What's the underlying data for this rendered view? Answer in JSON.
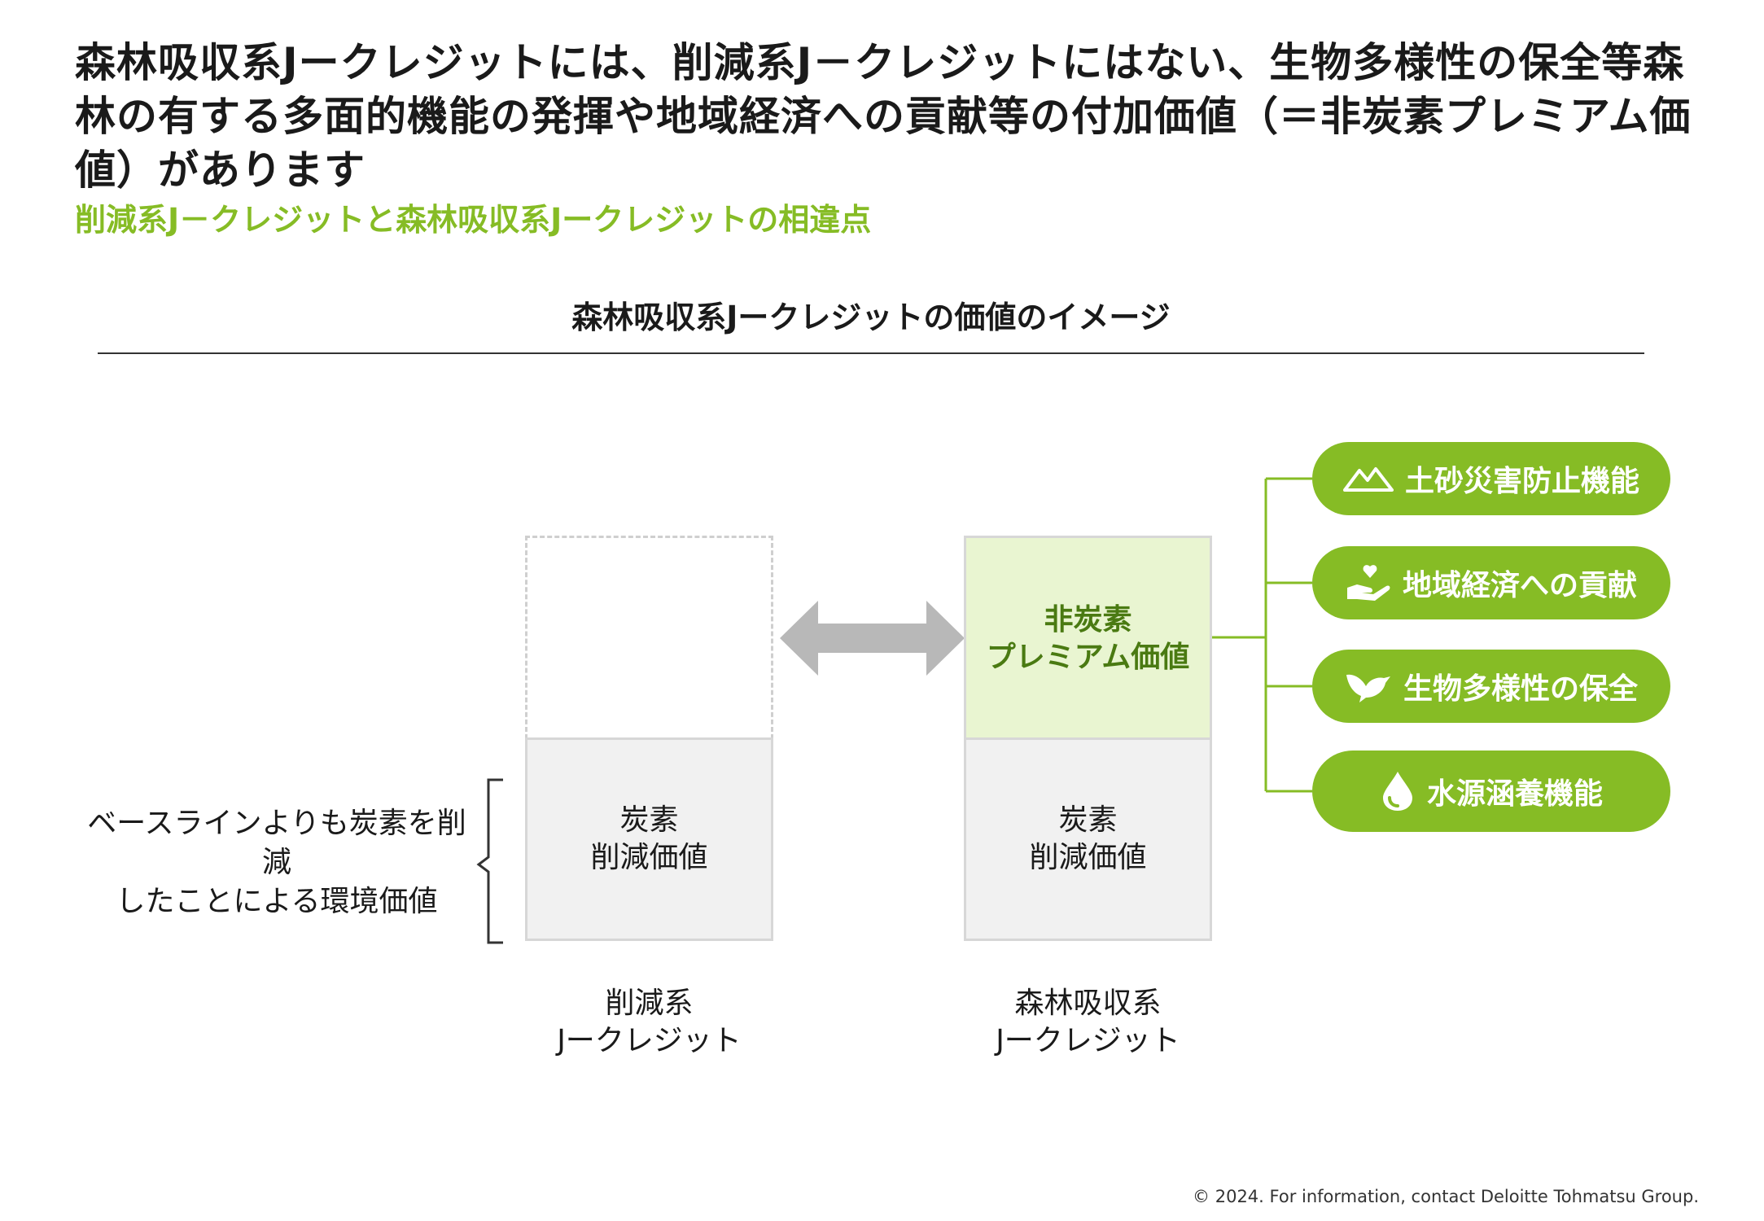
{
  "title": "森林吸収系Jークレジットには、削減系J－クレジットにはない、生物多様性の保全等森林の有する多面的機能の発揮や地域経済への貢献等の付加価値（＝非炭素プレミアム価値）があります",
  "subtitle": "削減系J－クレジットと森林吸収系Jークレジットの相違点",
  "diagram": {
    "heading": "森林吸収系Jークレジットの価値のイメージ",
    "baseline_label_line1": "ベースラインよりも炭素を削減",
    "baseline_label_line2": "したことによる環境価値",
    "left_box": {
      "line1": "炭素",
      "line2": "削減価値"
    },
    "right_top_box": {
      "line1": "非炭素",
      "line2": "プレミアム価値"
    },
    "right_box": {
      "line1": "炭素",
      "line2": "削減価値"
    },
    "left_label": {
      "line1": "削減系",
      "line2": "Jークレジット"
    },
    "right_label": {
      "line1": "森林吸収系",
      "line2": "Jークレジット"
    },
    "functions": [
      {
        "label": "土砂災害防止機能",
        "icon": "mountain-icon"
      },
      {
        "label": "地域経済への貢献",
        "icon": "hand-heart-icon"
      },
      {
        "label": "生物多様性の保全",
        "icon": "bird-icon"
      },
      {
        "label": "水源涵養機能",
        "icon": "water-drop-icon"
      }
    ]
  },
  "footer": "© 2024. For information, contact Deloitte Tohmatsu Group.",
  "colors": {
    "accent": "#86bc25",
    "premium_fill": "#e9f5d1",
    "grey_fill": "#f1f1f1",
    "arrow": "#b8b8b8"
  }
}
